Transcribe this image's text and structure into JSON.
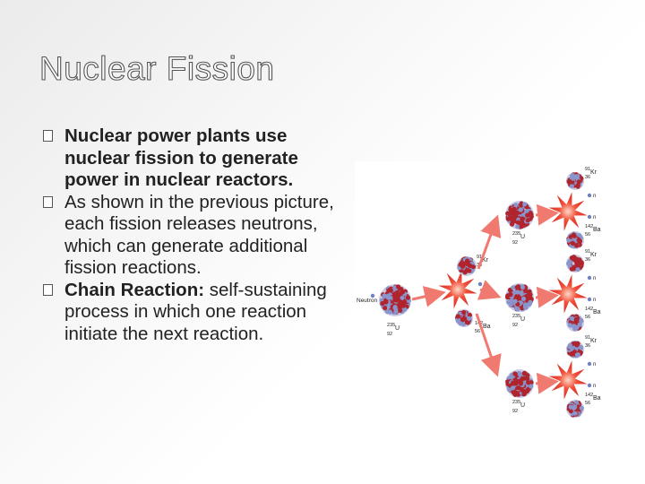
{
  "slide": {
    "title": "Nuclear Fission",
    "bullets": [
      {
        "text": "Nuclear power plants use nuclear fission to generate power in nuclear reactors."
      },
      {
        "text": "As shown in the previous picture, each fission releases neutrons, which can generate additional fission reactions."
      },
      {
        "bold": "Chain Reaction:",
        "text": " self-sustaining process in which one reaction initiate the next reaction."
      }
    ]
  },
  "diagram": {
    "neutron_label": "Neutron",
    "u_mass": "235",
    "u_atomic": "92",
    "u_symbol": "U",
    "kr_mass": "91",
    "kr_atomic": "36",
    "kr_symbol": "Kr",
    "ba_mass": "142",
    "ba_atomic": "56",
    "ba_symbol": "Ba",
    "n_symbol": "n",
    "colors": {
      "proton": "#b0242d",
      "neutron_particle": "#8a95cc",
      "flash": "#e53b2a",
      "arrow": "#f07a70"
    }
  }
}
